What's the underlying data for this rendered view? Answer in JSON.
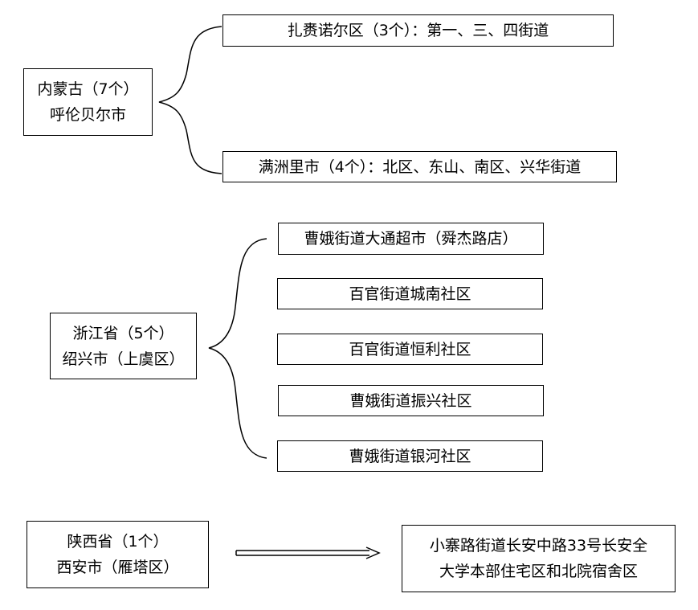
{
  "groups": [
    {
      "source": {
        "line1": "内蒙古（7个）",
        "line2": "呼伦贝尔市"
      },
      "targets": [
        "扎赉诺尔区（3个）：第一、三、四街道",
        "满洲里市（4个）：北区、东山、南区、兴华街道"
      ]
    },
    {
      "source": {
        "line1": "浙江省（5个）",
        "line2": "绍兴市（上虞区）"
      },
      "targets": [
        "曹娥街道大通超市（舜杰路店）",
        "百官街道城南社区",
        "百官街道恒利社区",
        "曹娥街道振兴社区",
        "曹娥街道银河社区"
      ]
    },
    {
      "source": {
        "line1": "陕西省（1个）",
        "line2": "西安市（雁塔区）"
      },
      "targets": [
        {
          "line1": "小寨路街道长安中路33号长安全",
          "line2": "大学本部住宅区和北院宿舍区"
        }
      ]
    }
  ]
}
